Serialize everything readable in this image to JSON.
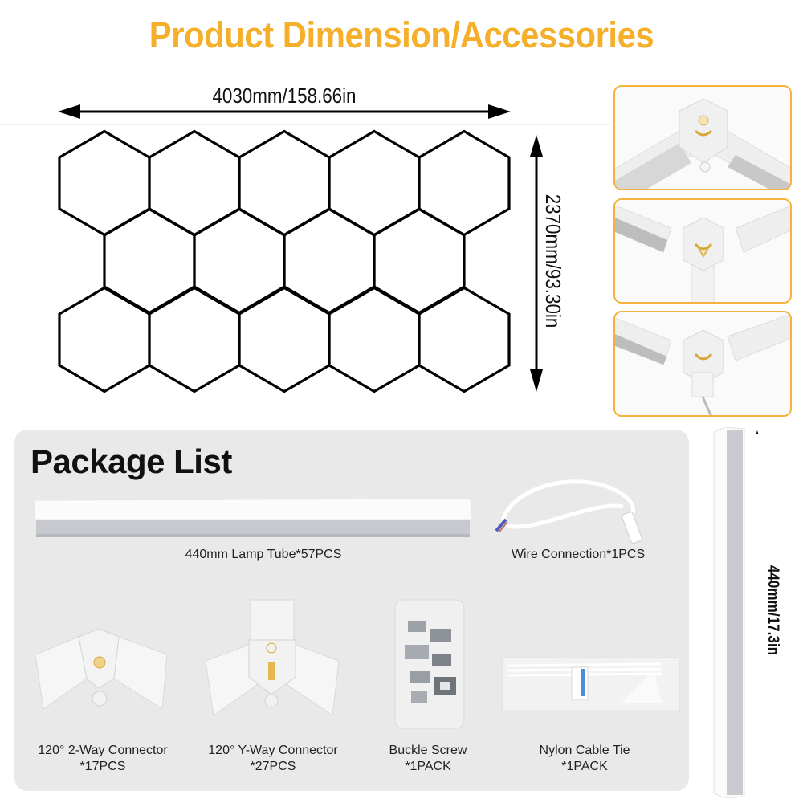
{
  "header": {
    "title": "Product Dimension/Accessories",
    "title_color": "#F5AF2A"
  },
  "dimensions": {
    "width_label": "4030mm/158.66in",
    "height_label": "2370mm/93.30in",
    "tube_length_label": "440mm/17.3in"
  },
  "hex_grid": {
    "rows": 3,
    "columns_per_row": [
      5,
      4,
      5
    ],
    "total_hexagons": 14,
    "stroke_color": "#000000"
  },
  "accessory_panels": [
    {
      "name": "120° 2-way connector close-up",
      "border_color": "#F4B43C"
    },
    {
      "name": "120° Y-way connector close-up",
      "border_color": "#F4B43C"
    },
    {
      "name": "connector with wire close-up",
      "border_color": "#F4B43C"
    }
  ],
  "package_list": {
    "title": "Package List",
    "items": [
      {
        "label": "440mm Lamp Tube*57PCS"
      },
      {
        "label": "Wire Connection*1PCS"
      },
      {
        "label_line1": "120° 2-Way Connector",
        "label_line2": "*17PCS"
      },
      {
        "label_line1": "120° Y-Way Connector",
        "label_line2": "*27PCS"
      },
      {
        "label_line1": "Buckle Screw",
        "label_line2": "*1PACK"
      },
      {
        "label_line1": "Nylon Cable Tie",
        "label_line2": "*1PACK"
      }
    ]
  }
}
